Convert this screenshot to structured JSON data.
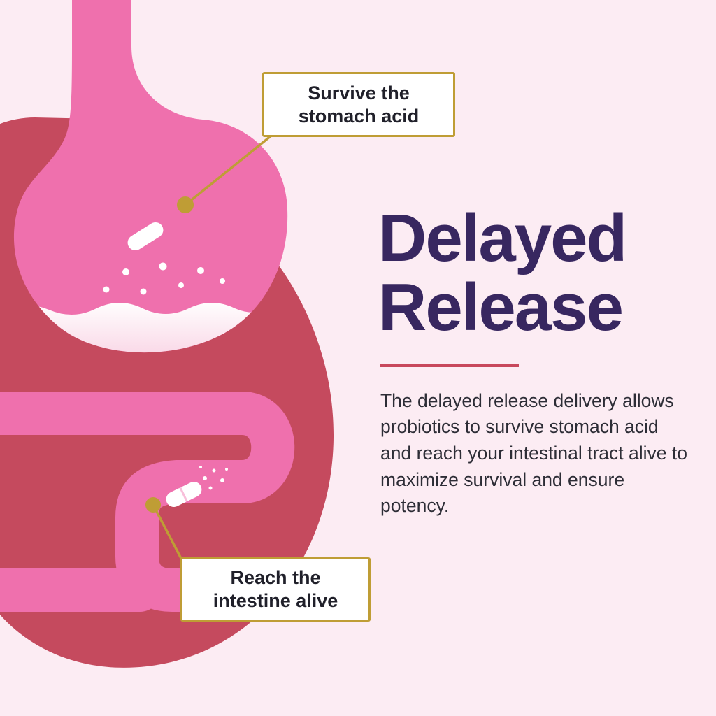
{
  "colors": {
    "background": "#fcecf3",
    "blob": "#c54a5e",
    "organ_pink": "#ef70ad",
    "gold": "#bf9d35",
    "heading": "#382760",
    "divider": "#c8485c",
    "body_text": "#2d2d36",
    "callout_background": "#ffffff"
  },
  "callouts": {
    "stomach": {
      "label": "Survive the stomach acid"
    },
    "intestine": {
      "label": "Reach the intestine alive"
    }
  },
  "heading": {
    "line1": "Delayed",
    "line2": "Release"
  },
  "paragraph": "The delayed release delivery allows probiotics to survive stomach acid and reach your intestinal tract alive to maximize survival and ensure potency."
}
